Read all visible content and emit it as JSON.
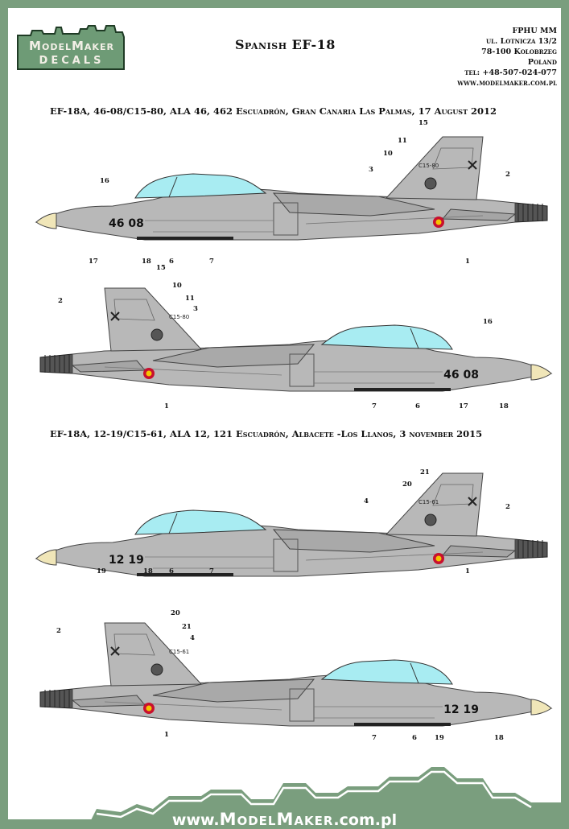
{
  "logo": {
    "line1": "ModelMaker",
    "line2": "DECALS"
  },
  "title": "Spanish EF-18",
  "address": [
    "FPHU MM",
    "ul. Lotnicza 13/2",
    "78-100 Kolobrzeg",
    "Poland",
    "tel: +48-507-024-077",
    "www.modelmaker.com.pl"
  ],
  "sections": [
    {
      "heading": "EF-18A, 46-08/C15-80, ALA 46, 462 Escuadrón, Gran Canaria Las Palmas, 17 August 2012"
    },
    {
      "heading": "EF-18A, 12-19/C15-61, ALA 12, 121 Escuadrón, Albacete -Los Llanos, 3 november 2015"
    }
  ],
  "aircraft": [
    {
      "code": "46",
      "num": "08",
      "tail": "C15-80"
    },
    {
      "code": "46",
      "num": "08",
      "tail": "C15-80"
    },
    {
      "code": "12",
      "num": "19",
      "tail": "C15-61"
    },
    {
      "code": "12",
      "num": "19",
      "tail": "C15-61"
    }
  ],
  "callouts": {
    "p1": [
      "15",
      "11",
      "10",
      "3",
      "2",
      "16",
      "17",
      "18",
      "6",
      "7",
      "1"
    ],
    "p2": [
      "15",
      "10",
      "11",
      "3",
      "2",
      "1",
      "16",
      "7",
      "6",
      "17",
      "18"
    ],
    "p3": [
      "21",
      "20",
      "4",
      "2",
      "19",
      "18",
      "6",
      "7",
      "1"
    ],
    "p4": [
      "20",
      "21",
      "4",
      "2",
      "1",
      "7",
      "6",
      "19",
      "18"
    ]
  },
  "footer": {
    "pre": "www.",
    "brand": "ModelMaker",
    "post": ".com.pl"
  },
  "colors": {
    "frame": "#7a9e7e",
    "gray": "#b8b8b8",
    "canopy": "#a8ecf2",
    "roundel_red": "#c8102e",
    "roundel_yellow": "#f5c400"
  }
}
